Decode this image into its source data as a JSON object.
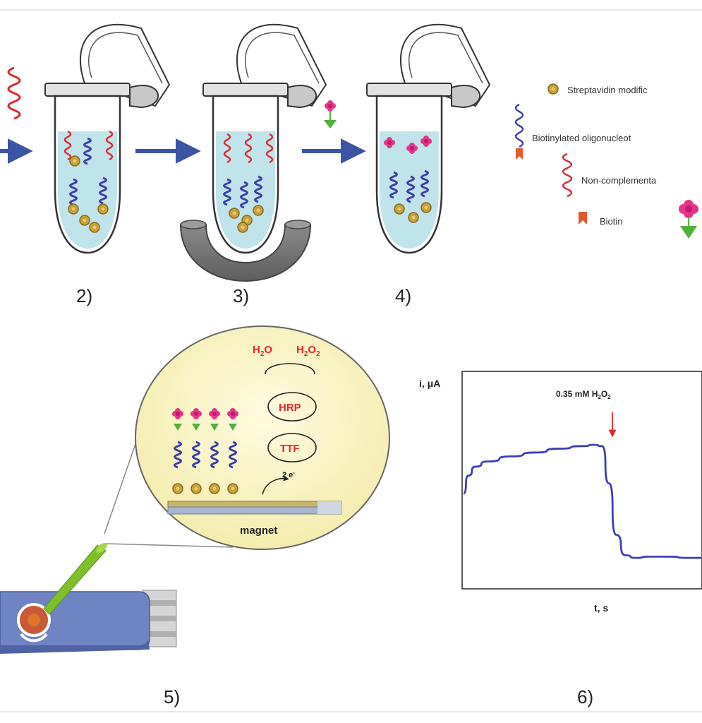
{
  "steps": {
    "s2": "2)",
    "s3": "3)",
    "s4": "4)",
    "s5": "5)",
    "s6": "6)"
  },
  "legend": {
    "streptavidin": "Streptavidin modific",
    "biotinylated": "Biotinylated oligonucleot",
    "noncomplementary": "Non-complementa",
    "biotin": "Biotin"
  },
  "zoom": {
    "h2o": "H",
    "h2o_sub": "2",
    "h2o_end": "O",
    "h2o2": "H",
    "h2o2_sub1": "2",
    "h2o2_mid": "O",
    "h2o2_sub2": "2",
    "hrp": "HRP",
    "ttf": "TTF",
    "electrons": "2 e",
    "electrons_sup": "-",
    "magnet": "magnet"
  },
  "chart": {
    "ylabel": "i, μA",
    "xlabel": "t, s",
    "annotation": "0.35 mM H",
    "annotation_sub1": "2",
    "annotation_mid": "O",
    "annotation_sub2": "2"
  },
  "colors": {
    "arrow_blue": "#3b55a5",
    "red_strand": "#e0262d",
    "blue_strand": "#3a3fa8",
    "bead": "#c9a13a",
    "flower": "#e5358a",
    "green": "#4fb23a",
    "liquid": "#bfe4ec",
    "trace": "#3b40b8",
    "zoom_fill": "#fdf8cf"
  },
  "chart_data": {
    "type": "line",
    "xlabel": "t, s",
    "ylabel": "i, μA",
    "annotations": [
      "0.35 mM H2O2"
    ],
    "series": [
      {
        "x": [
          0.0,
          0.02,
          0.05,
          0.1,
          0.2,
          0.3,
          0.4,
          0.5,
          0.55,
          0.58,
          0.61,
          0.64,
          0.68,
          0.72,
          0.78,
          0.85,
          0.95,
          1.0
        ],
        "y": [
          0.62,
          0.76,
          0.83,
          0.87,
          0.91,
          0.94,
          0.97,
          0.99,
          1.0,
          0.99,
          0.7,
          0.3,
          0.14,
          0.12,
          0.13,
          0.13,
          0.12,
          0.12
        ]
      }
    ],
    "grid": false
  }
}
